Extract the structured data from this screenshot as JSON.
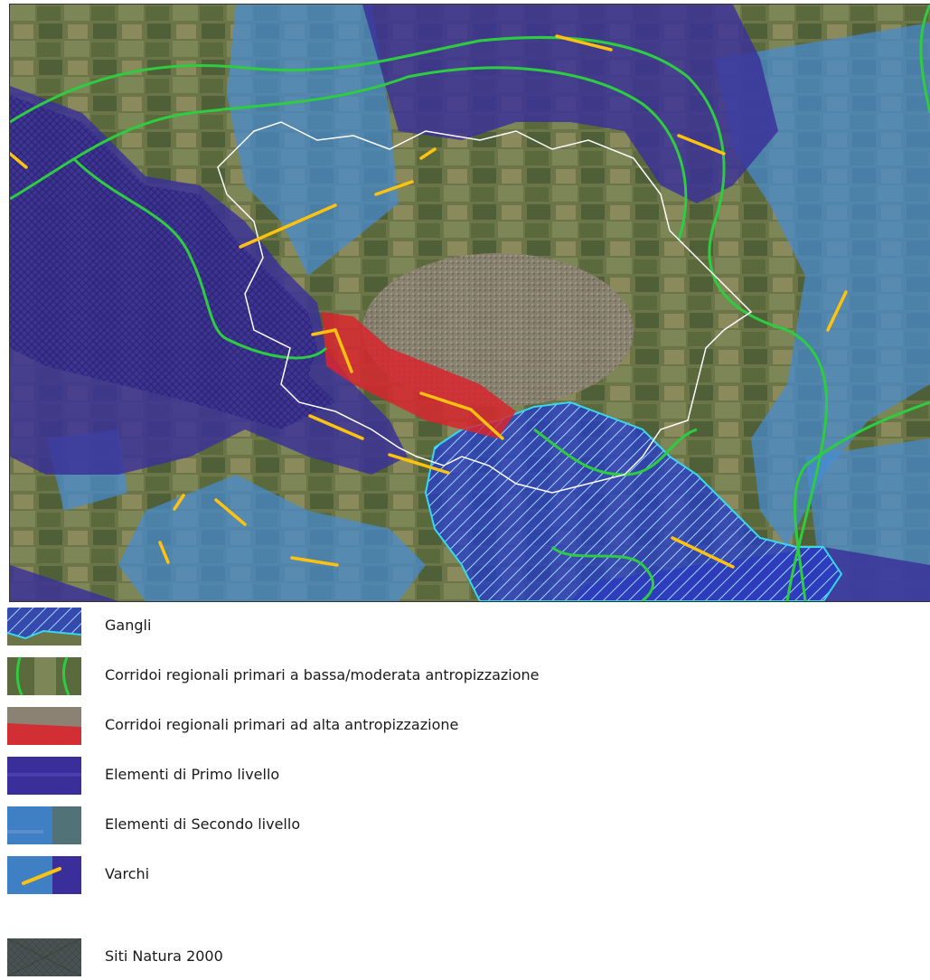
{
  "colors": {
    "gangli_stroke": "#36d8ee",
    "corridor_low": "#2ecc40",
    "corridor_high": "#d8262e",
    "primo_livello": "#3a2f9a",
    "secondo_livello": "#3f7fc4",
    "varchi": "#ffc20e",
    "municipal_boundary": "#ffffff",
    "satellite_base": "#5e6b44"
  },
  "map": {
    "layers": [
      "Gangli",
      "Corridoi regionali primari a bassa/moderata antropizzazione",
      "Corridoi regionali primari ad alta antropizzazione",
      "Elementi di Primo livello",
      "Elementi di Secondo livello",
      "Varchi",
      "Siti Natura 2000"
    ]
  },
  "legend": {
    "items": [
      {
        "id": "gangli",
        "label": "Gangli"
      },
      {
        "id": "corridoi-bassa",
        "label": "Corridoi regionali primari a bassa/moderata antropizzazione"
      },
      {
        "id": "corridoi-alta",
        "label": "Corridoi regionali primari ad alta antropizzazione"
      },
      {
        "id": "primo-livello",
        "label": "Elementi di Primo livello"
      },
      {
        "id": "secondo-livello",
        "label": "Elementi di Secondo livello"
      },
      {
        "id": "varchi",
        "label": "Varchi"
      },
      {
        "id": "siti-natura",
        "label": "Siti Natura 2000"
      }
    ]
  }
}
